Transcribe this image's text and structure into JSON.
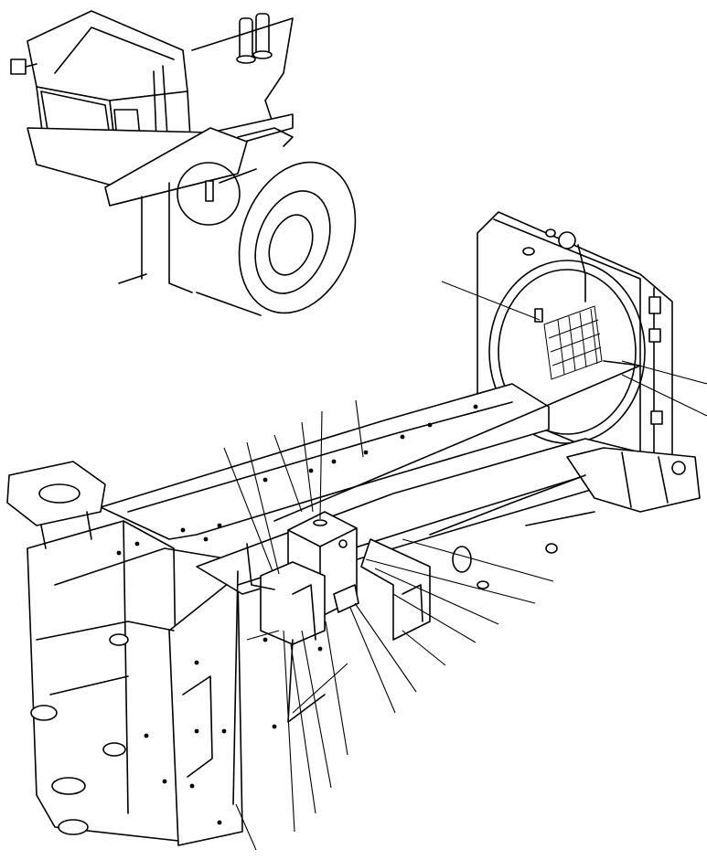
{
  "figure": {
    "kind": "exploded parts illustration (no printed text)",
    "views": [
      "machine-location-inset",
      "rear-frame-and-radiator-assembly"
    ],
    "labels": []
  },
  "colors": {
    "ink": "#000000",
    "paper": "#ffffff"
  }
}
